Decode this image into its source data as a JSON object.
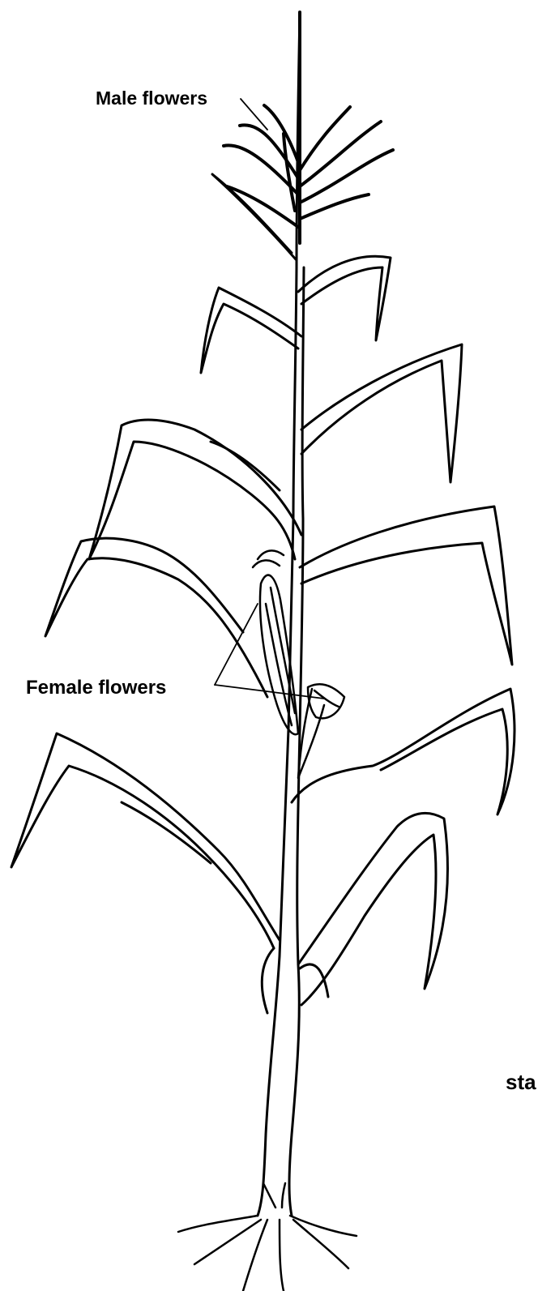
{
  "labels": {
    "male_flowers": "Male flowers",
    "female_flowers": "Female flowers",
    "stalk_fragment": "sta"
  },
  "colors": {
    "ink": "#000000",
    "paper": "#ffffff"
  }
}
